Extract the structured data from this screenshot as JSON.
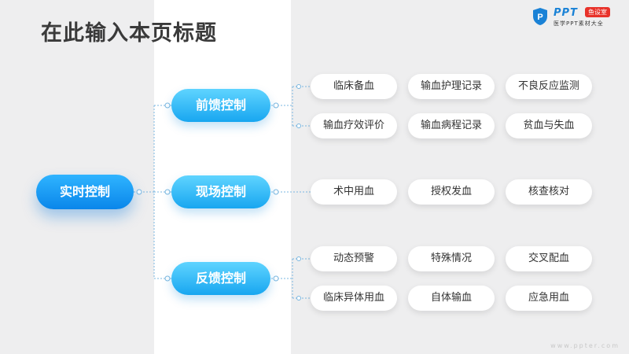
{
  "title": "在此输入本页标题",
  "logo": {
    "brand": "PPT",
    "tag": "鱼设室",
    "subtitle": "医学PPT素材大全"
  },
  "watermark": "www.ppter.com",
  "colors": {
    "accent": "#18a6f0",
    "root": "#0a86ea",
    "connector": "#7ab7e0"
  },
  "root": {
    "label": "实时控制"
  },
  "branches": [
    {
      "label": "前馈控制",
      "leaves": [
        "临床备血",
        "输血护理记录",
        "不良反应监测",
        "输血疗效评价",
        "输血病程记录",
        "贫血与失血"
      ]
    },
    {
      "label": "现场控制",
      "leaves": [
        "术中用血",
        "授权发血",
        "核查核对"
      ]
    },
    {
      "label": "反馈控制",
      "leaves": [
        "动态预警",
        "特殊情况",
        "交叉配血",
        "临床异体用血",
        "自体输血",
        "应急用血"
      ]
    }
  ]
}
